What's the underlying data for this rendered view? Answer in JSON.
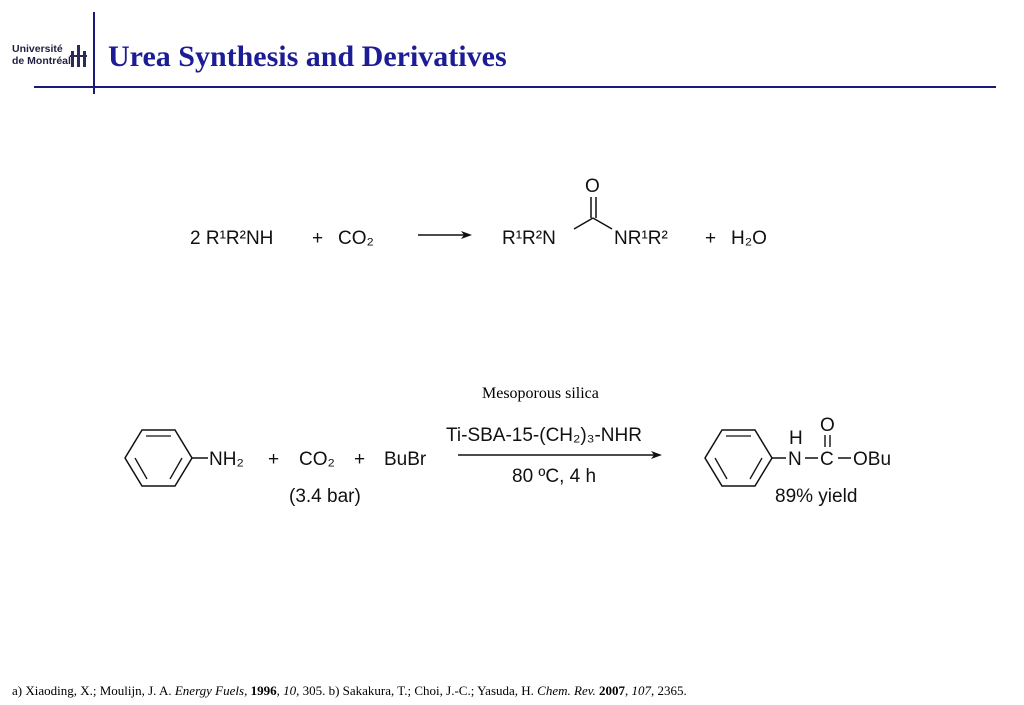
{
  "slide": {
    "title": "Urea Synthesis and Derivatives",
    "logo_line1": "Université",
    "logo_line2": "de Montréal"
  },
  "reaction1": {
    "reactant": "2 R¹R²NH",
    "plus1": "+",
    "co2": "CO₂",
    "product_left": "R¹R²N",
    "carbonyl_o": "O",
    "product_right": "NR¹R²",
    "plus2": "+",
    "water": "H₂O"
  },
  "reaction2": {
    "catalyst_label": "Mesoporous silica",
    "reagent_nh2": "NH₂",
    "plus1": "+",
    "co2": "CO₂",
    "plus2": "+",
    "bubr": "BuBr",
    "pressure": "(3.4 bar)",
    "catalyst": "Ti-SBA-15-(CH₂)₃-NHR",
    "conditions": "80 ºC, 4 h",
    "product_h": "H",
    "product_n": "N",
    "product_c": "C",
    "product_o": "O",
    "product_obu": "OBu",
    "yield": "89% yield"
  },
  "reference": {
    "part1": "a) Xiaoding, X.; Moulijn, J. A. ",
    "journal1": "Energy Fuels",
    "sep1": ", ",
    "year1": "1996",
    "sep2": ", ",
    "vol1": "10",
    "pages1": ", 305. b) Sakakura, T.; Choi, J.-C.; Yasuda, H. ",
    "journal2": "Chem. Rev.",
    "sep3": " ",
    "year2": "2007",
    "sep4": ", ",
    "vol2": "107",
    "pages2": ", 2365."
  }
}
